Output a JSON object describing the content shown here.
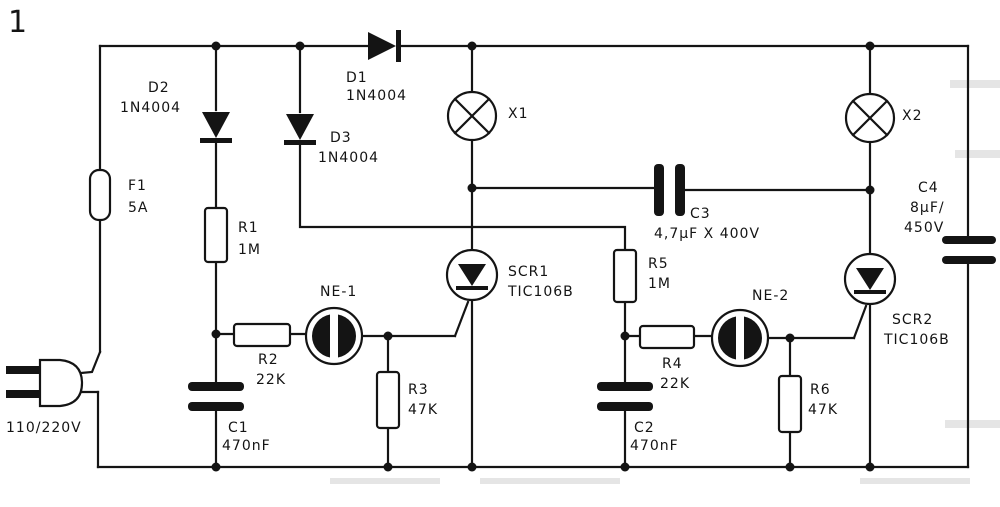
{
  "figure_number": "1",
  "components": {
    "F1": {
      "name": "F1",
      "value": "5A"
    },
    "D1": {
      "name": "D1",
      "value": "1N4004"
    },
    "D2": {
      "name": "D2",
      "value": "1N4004"
    },
    "D3": {
      "name": "D3",
      "value": "1N4004"
    },
    "R1": {
      "name": "R1",
      "value": "1M"
    },
    "R2": {
      "name": "R2",
      "value": "22K"
    },
    "R3": {
      "name": "R3",
      "value": "47K"
    },
    "R4": {
      "name": "R4",
      "value": "22K"
    },
    "R5": {
      "name": "R5",
      "value": "1M"
    },
    "R6": {
      "name": "R6",
      "value": "47K"
    },
    "C1": {
      "name": "C1",
      "value": "470nF"
    },
    "C2": {
      "name": "C2",
      "value": "470nF"
    },
    "C3": {
      "name": "C3",
      "value": "4,7µF X 400V"
    },
    "C4": {
      "name": "C4",
      "value_line1": "8µF/",
      "value_line2": "450V"
    },
    "NE1": {
      "name": "NE-1"
    },
    "NE2": {
      "name": "NE-2"
    },
    "X1": {
      "name": "X1"
    },
    "X2": {
      "name": "X2"
    },
    "SCR1": {
      "name": "SCR1",
      "value": "TIC106B"
    },
    "SCR2": {
      "name": "SCR2",
      "value": "TIC106B"
    }
  },
  "plug": {
    "label": "110/220V"
  },
  "colors": {
    "ink": "#141414",
    "paper": "#ffffff"
  }
}
